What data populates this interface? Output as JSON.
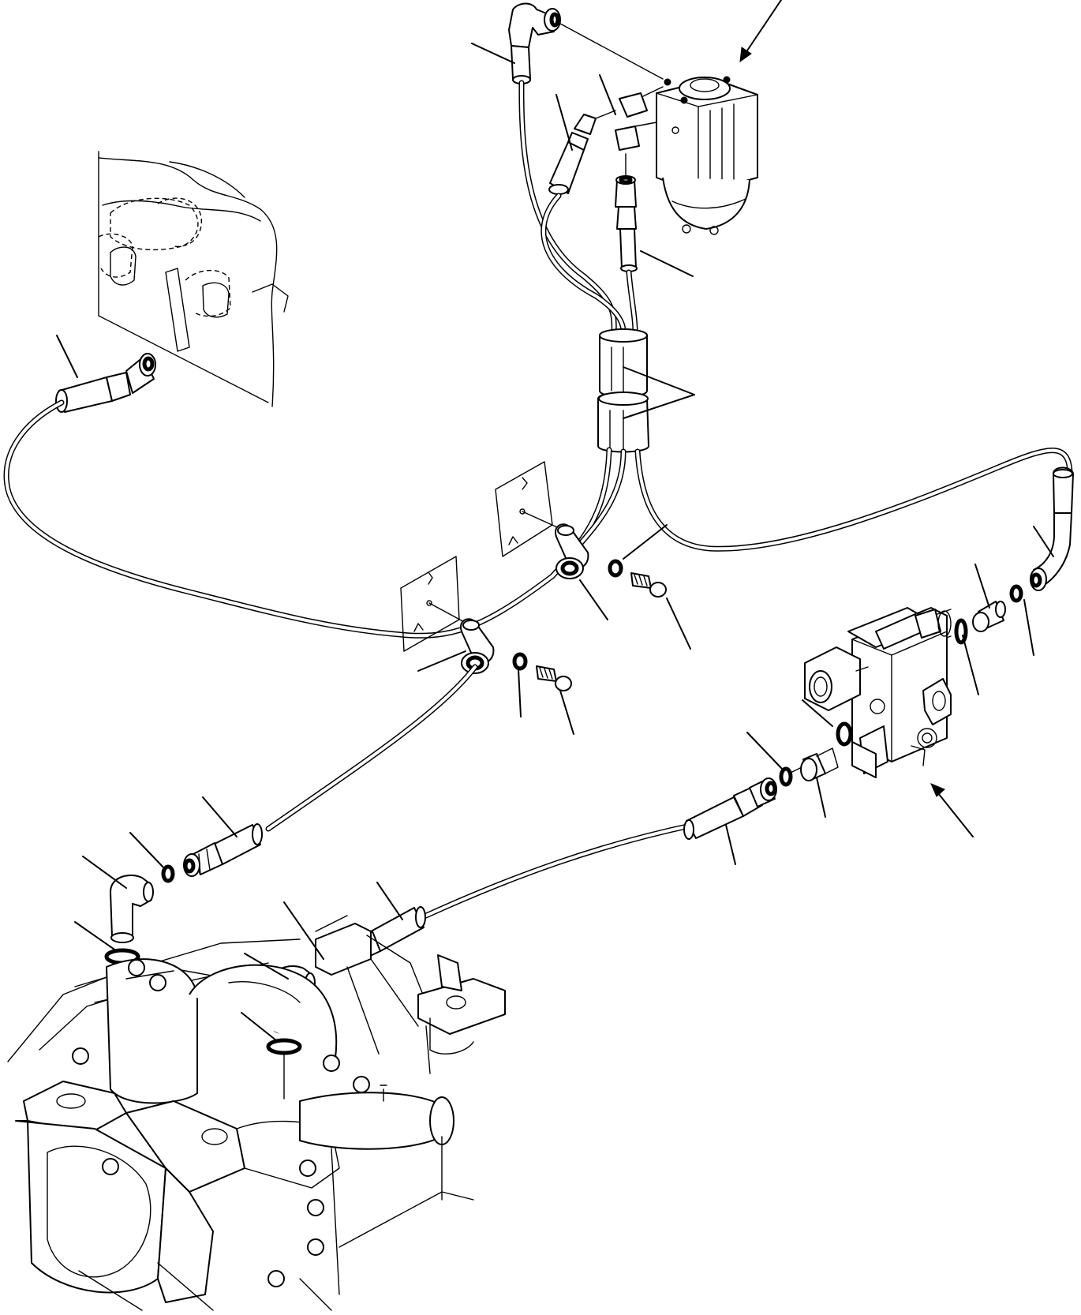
{
  "figure": {
    "kind": "exploded hydraulic piping diagram",
    "leader_count": 32,
    "components": [
      "steering-valve",
      "engine-block",
      "hose-clamps",
      "solenoid-valve-block",
      "front-axle-housing",
      "hose-assemblies",
      "elbow-fittings",
      "o-rings",
      "brackets",
      "bolts-washers"
    ],
    "line_color": "#000000",
    "background": "#ffffff"
  }
}
